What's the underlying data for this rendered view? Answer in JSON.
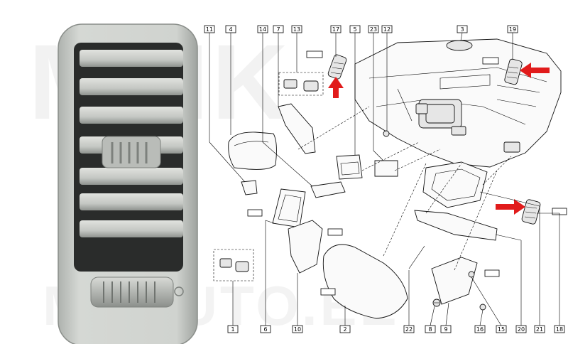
{
  "watermark": {
    "top_text": "MMK",
    "bottom_text": "MKAUTO.EE"
  },
  "colors": {
    "highlight_arrow": "#e11b1b",
    "photo_plastic": "#c9ccc9",
    "line_art": "#000000"
  },
  "callouts": {
    "top": [
      {
        "id": "c11",
        "label": "11"
      },
      {
        "id": "c4",
        "label": "4"
      },
      {
        "id": "c14",
        "label": "14"
      },
      {
        "id": "c7",
        "label": "7"
      },
      {
        "id": "c13",
        "label": "13"
      },
      {
        "id": "c17",
        "label": "17"
      },
      {
        "id": "c5",
        "label": "5"
      },
      {
        "id": "c23",
        "label": "23"
      },
      {
        "id": "c12",
        "label": "12"
      },
      {
        "id": "c3",
        "label": "3"
      },
      {
        "id": "c19",
        "label": "19"
      }
    ],
    "bottom": [
      {
        "id": "c1",
        "label": "1"
      },
      {
        "id": "c6",
        "label": "6"
      },
      {
        "id": "c10",
        "label": "10"
      },
      {
        "id": "c2",
        "label": "2"
      },
      {
        "id": "c22",
        "label": "22"
      },
      {
        "id": "c8",
        "label": "8"
      },
      {
        "id": "c9",
        "label": "9"
      },
      {
        "id": "c16",
        "label": "16"
      },
      {
        "id": "c15",
        "label": "15"
      },
      {
        "id": "c20",
        "label": "20"
      },
      {
        "id": "c21",
        "label": "21"
      },
      {
        "id": "c18",
        "label": "18"
      }
    ]
  }
}
